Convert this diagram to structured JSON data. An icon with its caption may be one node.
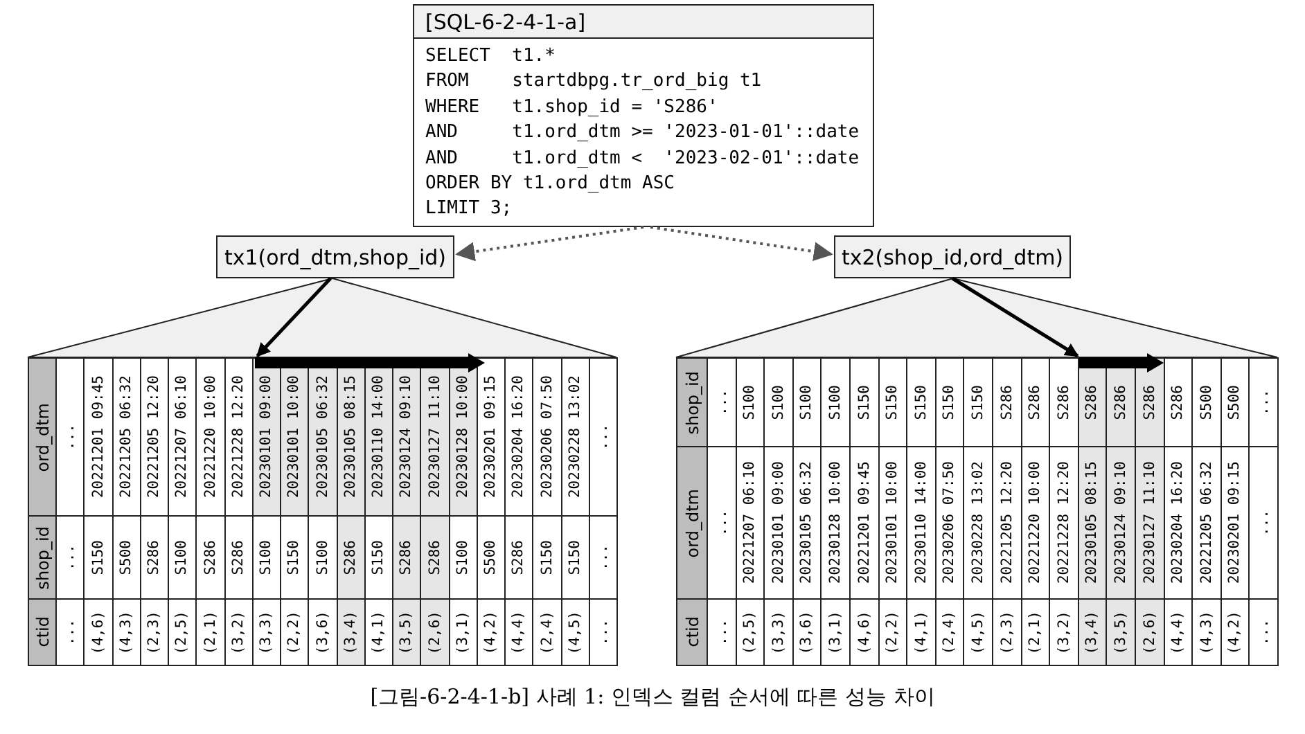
{
  "diagram": {
    "caption": "[그림-6-2-4-1-b] 사례 1: 인덱스 컬럼 순서에 따른 성능 차이",
    "nodes": [
      {
        "text": [
          "[SQL-6-2-4-1-a]",
          "SELECT  t1.*",
          "FROM    startdbpg.tr_ord_big t1",
          "WHERE   t1.shop_id = 'S286'",
          "AND     t1.ord_dtm >= '2023-01-01'::date",
          "AND     t1.ord_dtm <  '2023-02-01'::date",
          "ORDER BY t1.ord_dtm ASC",
          "LIMIT 3;"
        ]
      },
      {
        "text": [
          "tx1(ord_dtm,shop_id)"
        ]
      },
      {
        "text": [
          "tx2(shop_id,ord_dtm)"
        ]
      },
      {
        "text": [],
        "shape": "table"
      },
      {
        "text": [],
        "shape": "table"
      }
    ],
    "edges": [
      {
        "from": 0,
        "to": 1,
        "arrow": "to",
        "style": "dashed"
      },
      {
        "from": 0,
        "to": 2,
        "arrow": "to",
        "style": "dashed"
      },
      {
        "from": 1,
        "to": 3,
        "arrow": "to"
      },
      {
        "from": 2,
        "to": 4,
        "arrow": "to"
      }
    ],
    "labels": [
      "ord_dtm",
      "shop_id",
      "ctid",
      "...",
      "...",
      "...",
      "20221201 09:45",
      "S150",
      "(4,6)",
      "20221205 06:32",
      "S500",
      "(4,3)",
      "20221205 12:20",
      "S286",
      "(2,3)",
      "20221207 06:10",
      "S100",
      "(2,5)",
      "20221220 10:00",
      "S286",
      "(2,1)",
      "20221228 12:20",
      "S286",
      "(3,2)",
      "20230101 09:00",
      "S100",
      "(3,3)",
      "20230101 10:00",
      "S150",
      "(2,2)",
      "20230105 06:32",
      "S100",
      "(3,6)",
      "20230105 08:15",
      "S286",
      "(3,4)",
      "20230110 14:00",
      "S150",
      "(4,1)",
      "20230124 09:10",
      "S286",
      "(3,5)",
      "20230127 11:10",
      "S286",
      "(2,6)",
      "20230128 10:00",
      "S100",
      "(3,1)",
      "20230201 09:15",
      "S500",
      "(4,2)",
      "20230204 16:20",
      "S286",
      "(4,4)",
      "20230206 07:50",
      "S150",
      "(2,4)",
      "20230228 13:02",
      "S150",
      "(4,5)",
      "...",
      "...",
      "...",
      "shop_id",
      "ord_dtm",
      "ctid",
      "...",
      "...",
      "...",
      "S100",
      "20221207 06:10",
      "(2,5)",
      "S100",
      "20230101 09:00",
      "(3,3)",
      "S100",
      "20230105 06:32",
      "(3,6)",
      "S100",
      "20230128 10:00",
      "(3,1)",
      "S150",
      "20221201 09:45",
      "(4,6)",
      "S150",
      "20230101 10:00",
      "(2,2)",
      "S150",
      "20230110 14:00",
      "(4,1)",
      "S150",
      "20230206 07:50",
      "(2,4)",
      "S150",
      "20230228 13:02",
      "(4,5)",
      "S286",
      "20221205 12:20",
      "(2,3)",
      "S286",
      "20221220 10:00",
      "(2,1)",
      "S286",
      "20221228 12:20",
      "(3,2)",
      "S286",
      "20230105 08:15",
      "(3,4)",
      "S286",
      "20230124 09:10",
      "(3,5)",
      "S286",
      "20230127 11:10",
      "(2,6)",
      "S286",
      "20230204 16:20",
      "(4,4)",
      "S500",
      "20221205 06:32",
      "(4,3)",
      "S500",
      "20230201 09:15",
      "(4,2)",
      "...",
      "...",
      "..."
    ]
  }
}
